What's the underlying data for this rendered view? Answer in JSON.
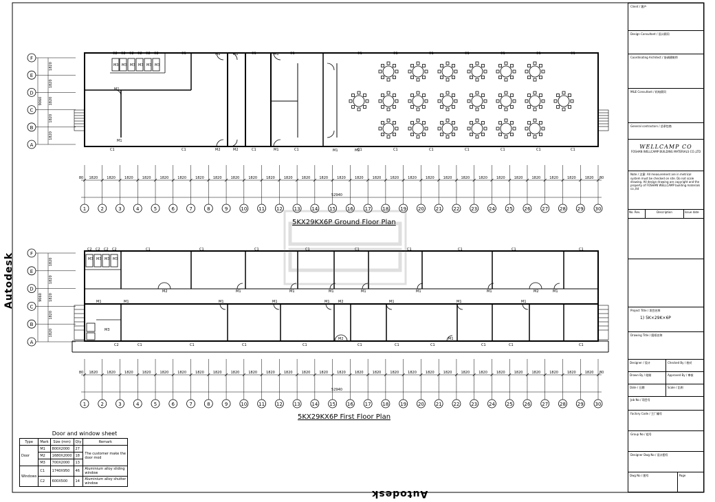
{
  "watermark_text": "Autodesk",
  "ground_plan": {
    "title": "5KX29KX6P Ground Floor Plan",
    "total_length": "52940",
    "span": "1820",
    "end_gap": "80",
    "height_total": "9060",
    "axes": [
      "1",
      "2",
      "3",
      "4",
      "5",
      "6",
      "7",
      "8",
      "9",
      "10",
      "11",
      "12",
      "13",
      "14",
      "15",
      "16",
      "17",
      "18",
      "19",
      "20",
      "21",
      "22",
      "23",
      "24",
      "25",
      "26",
      "27",
      "28",
      "29",
      "30"
    ],
    "rows": [
      "F",
      "E",
      "D",
      "C",
      "B",
      "A"
    ]
  },
  "first_plan": {
    "title": "5KX29KX6P First Floor Plan",
    "total_length": "52940"
  },
  "labels": {
    "c1": "C1",
    "c2": "C2",
    "m1": "M1",
    "m2": "M2",
    "m3": "M3"
  },
  "door_window": {
    "title": "Door and window sheet",
    "headers": [
      "Type",
      "Mark",
      "Size (mm)",
      "Qty",
      "Remark"
    ],
    "door_label": "Door",
    "windows_label": "Windows",
    "rows": [
      {
        "mark": "M1",
        "size": "800X2000",
        "qty": "27"
      },
      {
        "mark": "M2",
        "size": "1680X2000",
        "qty": "18"
      },
      {
        "mark": "M3",
        "size": "700X2000",
        "qty": "13"
      },
      {
        "mark": "C1",
        "size": "1740X950",
        "qty": "46"
      },
      {
        "mark": "C2",
        "size": "600X500",
        "qty": "14"
      }
    ],
    "door_remark": "The customer make the door mod",
    "c1_remark": "Aluminium alloy sliding window",
    "c2_remark": "Aluminium alloy shutter window"
  },
  "title_block": {
    "client": "Client / 客户",
    "design_consultant": "Design Consultant / 设计顾问",
    "coordinating_architect": "Coordinating Architect / 协调建筑师",
    "me_consultant": "M&E Consultant / 机电顾问",
    "general_contractor": "General contractors / 总承包商",
    "brand": "WELLCAMP CO",
    "brand_sub": "FOSHAN WELLCAMP BUILDING MATERIALS CO.,LTD",
    "notes": "Note / 注意: All measurement are in metrical system must be checked on site. Do not scale drawing. All design drawing are copyright and the property of FOSHAN WELLCAMP building materials co.,ltd",
    "rev_headers": [
      "No. Rev.",
      "Description",
      "Issue date"
    ],
    "project_title_label": "Project Title / 项目名称",
    "project_title": "1) 5K×29K×6P",
    "drawing_title_label": "Drawing Title / 图纸名称",
    "designer": "Designer / 设计",
    "checked_by": "Checked By / 校对",
    "drawn_by": "Drawn By / 绘制",
    "approved_by": "Approved By / 审核",
    "date": "Date / 日期",
    "scale": "Scale / 比例",
    "job_no": "Job No / 项目号",
    "factory_code": "Factory Code / 工厂编号",
    "group_no": "Group No / 组号",
    "designer_dwg": "Designer Dwg No / 设计图号",
    "dwg_no": "Dwg No / 图号",
    "page": "Page"
  }
}
